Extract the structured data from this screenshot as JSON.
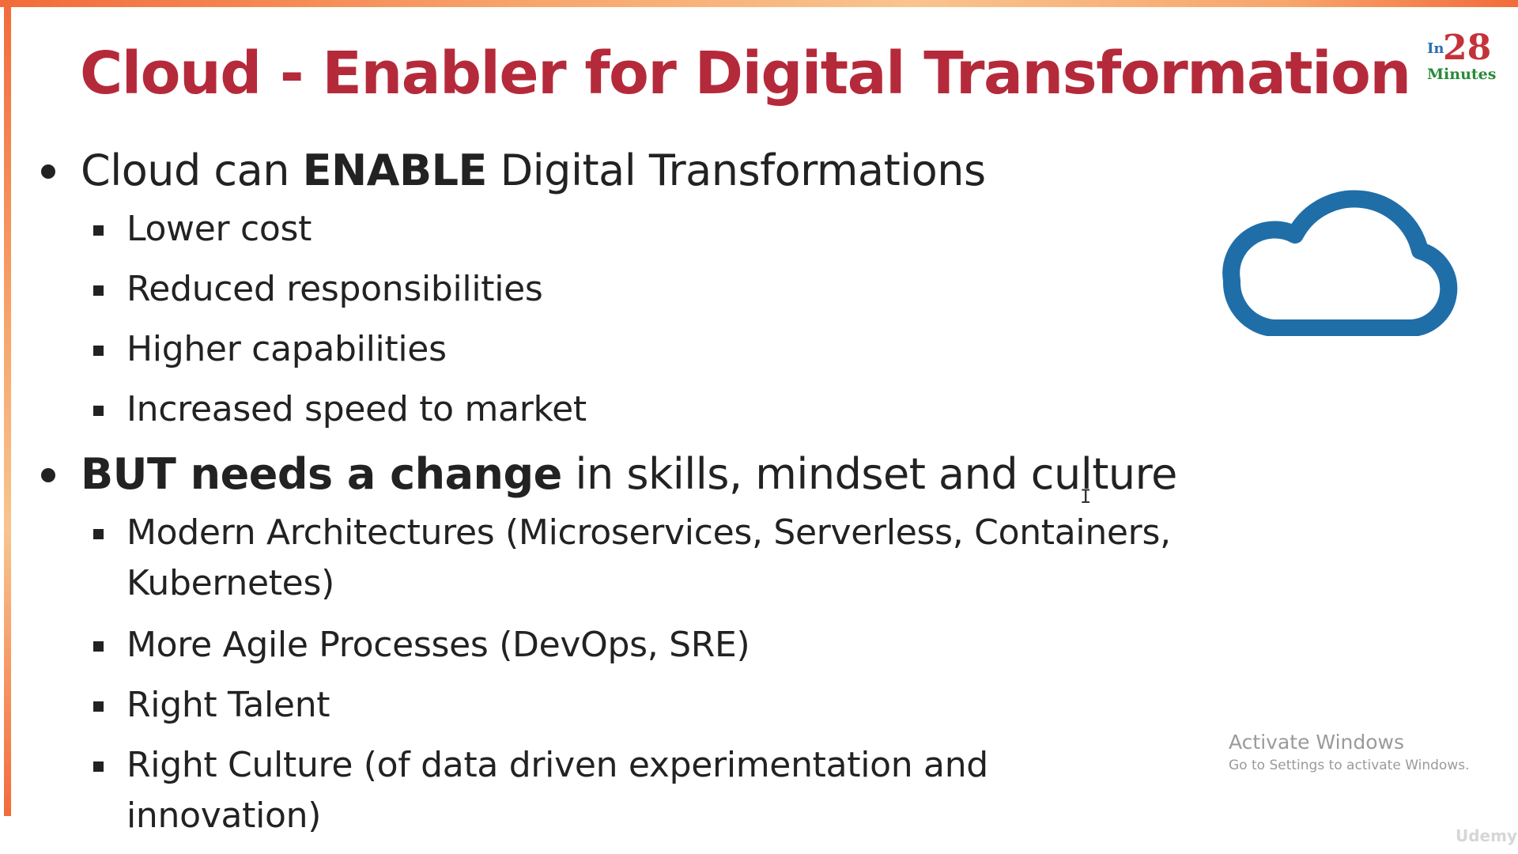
{
  "slide": {
    "title": "Cloud - Enabler for Digital Transformation",
    "logo": {
      "prefix": "In",
      "number": "28",
      "suffix": "Minutes"
    },
    "bullets": [
      {
        "pre": "Cloud can ",
        "bold": "ENABLE",
        "post": " Digital Transformations",
        "items": [
          "Lower cost",
          "Reduced responsibilities",
          "Higher capabilities",
          "Increased speed to market"
        ]
      },
      {
        "bold": "BUT needs a change",
        "post": " in skills, mindset and culture",
        "items": [
          "Modern Architectures (Microservices, Serverless, Containers, Kubernetes)",
          "More Agile Processes (DevOps, SRE)",
          "Right Talent",
          "Right Culture (of data driven experimentation and innovation)"
        ]
      }
    ],
    "illustration_icon": "cloud-icon",
    "accent_colors": {
      "title": "#b52a3a",
      "cloud": "#1f6ea8",
      "border": "#f26b3a"
    }
  },
  "os_overlay": {
    "activate_title": "Activate Windows",
    "activate_subtitle": "Go to Settings to activate Windows."
  },
  "player": {
    "watermark": "Udemy"
  }
}
